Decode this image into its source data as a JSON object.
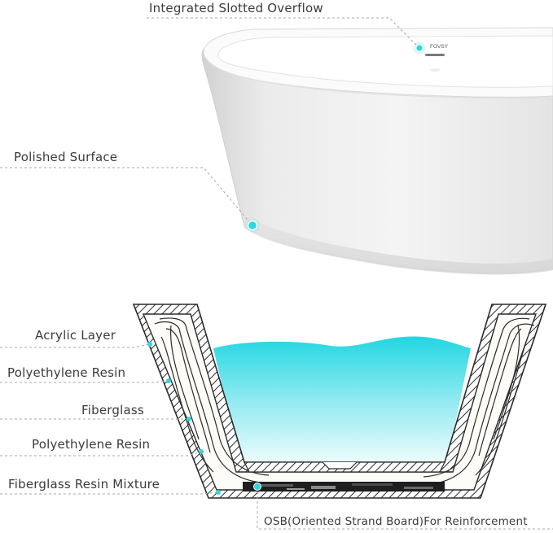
{
  "brand_mark": "FOVSY",
  "accent_color": "#2fd6e0",
  "labels": {
    "integrated_slotted_overflow": "Integrated Slotted Overflow",
    "polished_surface": "Polished  Surface",
    "acrylic_layer": "Acrylic Layer",
    "polyethylene_resin_1": "Polyethylene Resin",
    "fiberglass": "Fiberglass",
    "polyethylene_resin_2": "Polyethylene Resin",
    "fiberglass_resin_mixture": "Fiberglass Resin Mixture",
    "osb_reinforcement": "OSB(Oriented Strand Board)For Reinforcement"
  }
}
